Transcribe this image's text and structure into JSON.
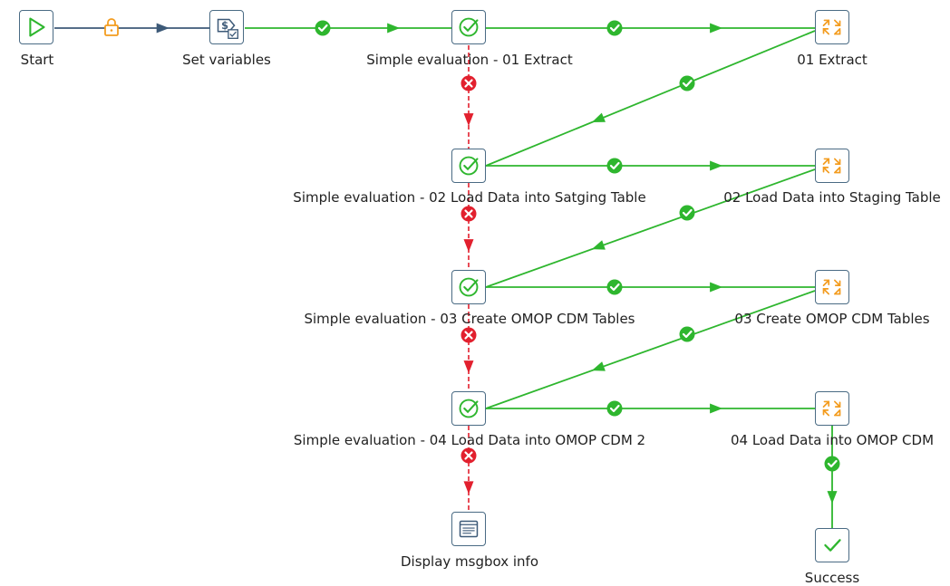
{
  "nodes": {
    "start": {
      "label": "Start",
      "icon": "play-icon"
    },
    "set_variables": {
      "label": "Set variables",
      "icon": "set-variables-icon"
    },
    "eval_01": {
      "label": "Simple evaluation - 01 Extract",
      "icon": "evaluation-check-icon"
    },
    "extract_01": {
      "label": "01 Extract",
      "icon": "transformation-arrows-icon"
    },
    "eval_02": {
      "label": "Simple evaluation - 02 Load Data into Satging Table",
      "icon": "evaluation-check-icon"
    },
    "load_02": {
      "label": "02 Load Data into Staging Table",
      "icon": "transformation-arrows-icon"
    },
    "eval_03": {
      "label": "Simple evaluation - 03 Create OMOP CDM Tables",
      "icon": "evaluation-check-icon"
    },
    "create_03": {
      "label": "03 Create OMOP CDM Tables",
      "icon": "transformation-arrows-icon"
    },
    "eval_04": {
      "label": "Simple evaluation - 04 Load Data into OMOP CDM 2",
      "icon": "evaluation-check-icon"
    },
    "load_04": {
      "label": "04 Load Data into OMOP CDM",
      "icon": "transformation-arrows-icon"
    },
    "msgbox": {
      "label": "Display msgbox info",
      "icon": "message-box-icon"
    },
    "success": {
      "label": "Success",
      "icon": "success-check-icon"
    }
  },
  "hop_kinds": {
    "unconditional": {
      "color": "#3d5a78",
      "icon": "lock-icon"
    },
    "success": {
      "color": "#2eb62e",
      "icon": "success-badge-icon"
    },
    "failure": {
      "color": "#e2202e",
      "icon": "failure-badge-icon"
    }
  }
}
